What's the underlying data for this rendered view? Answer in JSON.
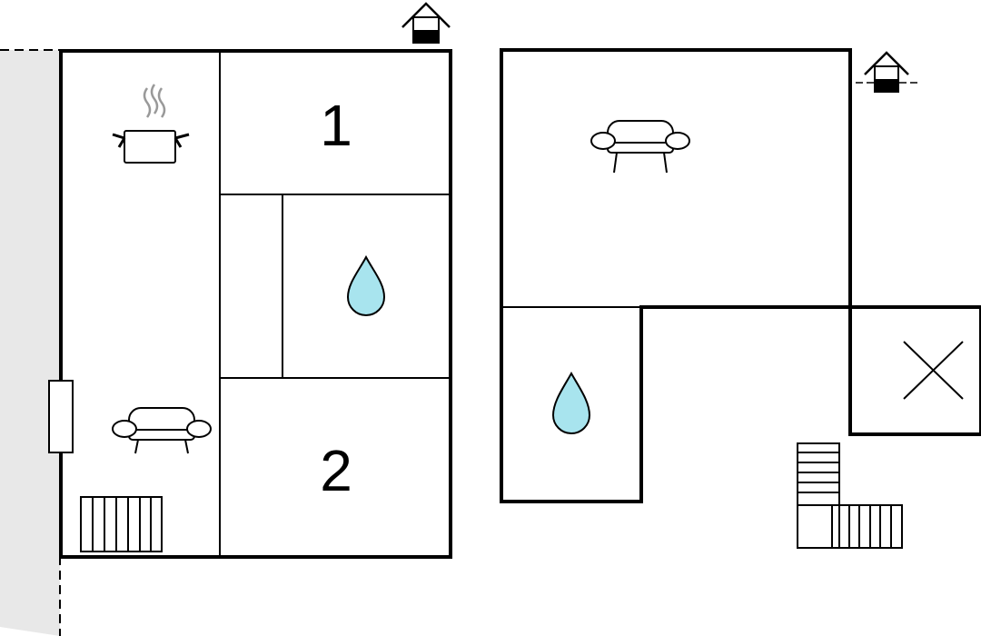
{
  "floorplan": {
    "rooms": [
      {
        "label": "1",
        "type": "bedroom"
      },
      {
        "label": "2",
        "type": "bedroom"
      }
    ],
    "icons": [
      "cooking-pot-icon",
      "sofa-icon",
      "water-drop-icon",
      "radiator-icon",
      "chimney-icon",
      "window-icon",
      "cross-icon",
      "stairs-icon"
    ]
  },
  "colors": {
    "wall": "#000000",
    "water": "#a8e4ee",
    "terrace": "#e8e8e8",
    "steam": "#999999",
    "background": "#ffffff"
  }
}
